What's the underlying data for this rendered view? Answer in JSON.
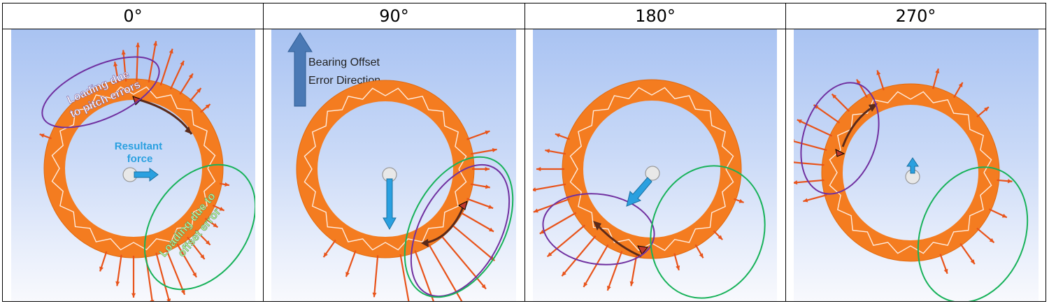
{
  "columns": [
    {
      "angle": "0°"
    },
    {
      "angle": "90°"
    },
    {
      "angle": "180°"
    },
    {
      "angle": "270°"
    }
  ],
  "labels": {
    "pitch_loading": "Loading due to pitch errors",
    "offset_loading": "Loading due to offset error",
    "resultant": "Resultant force",
    "bearing": "Bearing Offset Error Direction"
  },
  "colors": {
    "gear": "#f47c20",
    "arrow": "#e8531a",
    "pitch_ellipse": "#7030a0",
    "offset_ellipse": "#18b25a",
    "resultant": "#2aa0e0",
    "bearing_arrow": "#4a79b5"
  }
}
